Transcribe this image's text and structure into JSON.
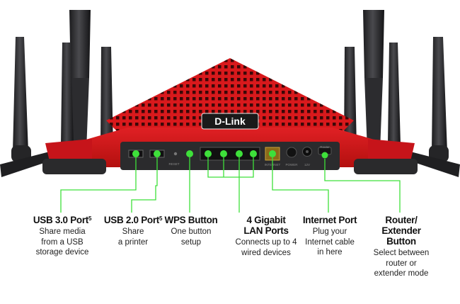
{
  "brand": {
    "logo_text": "D-Link"
  },
  "port_labels": {
    "reset": "RESET",
    "internet": "INTERNET",
    "power": "POWER",
    "dc": "12V",
    "mode": "Router"
  },
  "callouts": [
    {
      "id": "usb3",
      "title": "USB 3.0 Port",
      "sup": "5",
      "description": "Share media\nfrom a USB\nstorage device"
    },
    {
      "id": "usb2",
      "title": "USB 2.0 Port",
      "sup": "5",
      "description": "Share\na printer"
    },
    {
      "id": "wps",
      "title": "WPS Button",
      "sup": "",
      "description": "One button\nsetup"
    },
    {
      "id": "lan",
      "title": "4 Gigabit\nLAN Ports",
      "sup": "",
      "description": "Connects up to 4\nwired devices"
    },
    {
      "id": "internet",
      "title": "Internet Port",
      "sup": "",
      "description": "Plug your\nInternet cable\nin here"
    },
    {
      "id": "mode",
      "title": "Router/\nExtender\nButton",
      "sup": "",
      "description": "Select between\nrouter or\nextender mode"
    }
  ],
  "colors": {
    "body_red": "#d61a1a",
    "panel_dark": "#2b2b2d",
    "indicator_green": "#3ee03a"
  }
}
